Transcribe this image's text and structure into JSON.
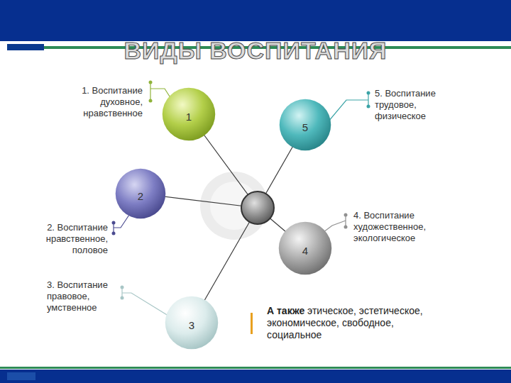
{
  "diagram": {
    "title": "ВИДЫ ВОСПИТАНИЯ",
    "nodes": [
      {
        "text": [
          "1"
        ]
      },
      {
        "text": [
          "5"
        ]
      },
      {
        "text": [
          "2"
        ]
      },
      {
        "text": [
          "4"
        ]
      },
      {
        "text": [
          "3"
        ]
      }
    ],
    "labels": [
      "1. Воспитание духовное, нравственное",
      "5. Воспитание трудовое, физическое",
      "2. Воспитание нравственное, половое",
      "4. Воспитание художественное, экологическое",
      "3. Воспитание правовое, умственное",
      "А также",
      "этическое, эстетическое, экономическое, свободное, социальное"
    ]
  }
}
